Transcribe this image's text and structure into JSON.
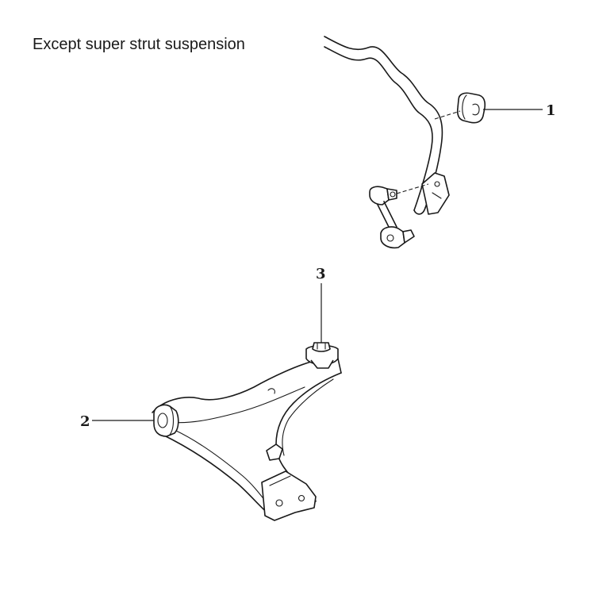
{
  "caption": "Except super strut suspension",
  "callouts": [
    {
      "id": "1",
      "part": "stabilizer-bushing"
    },
    {
      "id": "2",
      "part": "lower-arm-front-bushing"
    },
    {
      "id": "3",
      "part": "lower-arm-rear-bushing"
    }
  ]
}
